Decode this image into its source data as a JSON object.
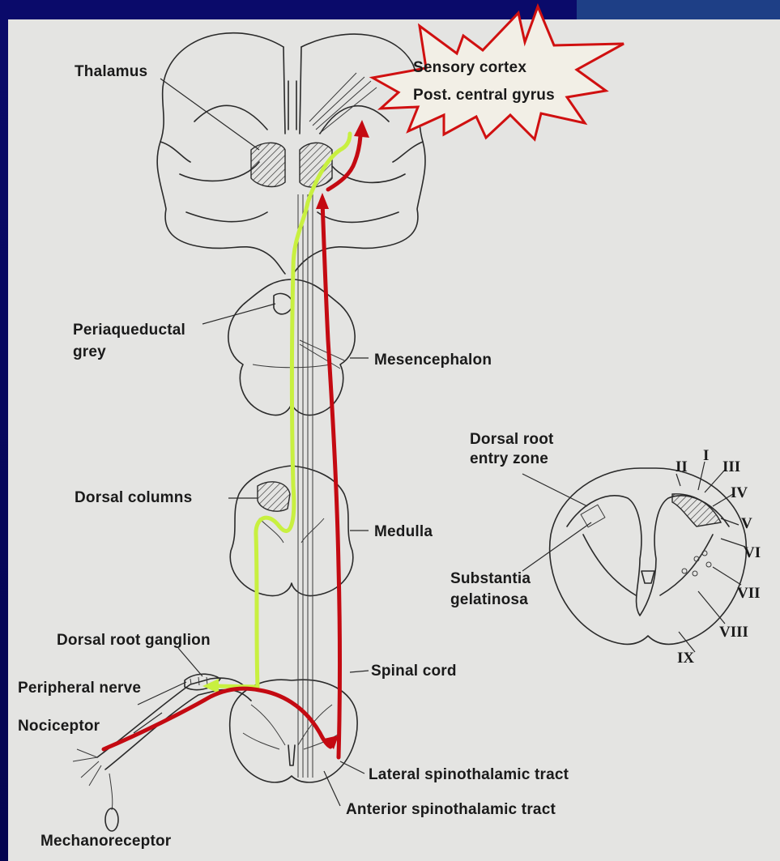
{
  "colors": {
    "slide_background": "#0a0a6a",
    "paper": "#e4e4e2",
    "pain_pathway": "#c40a12",
    "touch_pathway": "#c8f040",
    "burst_outline": "#d01010"
  },
  "labels": {
    "thalamus": "Thalamus",
    "sensory_cortex_line1": "Sensory cortex",
    "sensory_cortex_line2": "Post. central gyrus",
    "periaqueductal_line1": "Periaqueductal",
    "periaqueductal_line2": "grey",
    "mesencephalon": "Mesencephalon",
    "dorsal_columns": "Dorsal columns",
    "medulla": "Medulla",
    "dorsal_root_entry_line1": "Dorsal root",
    "dorsal_root_entry_line2": "entry zone",
    "substantia_line1": "Substantia",
    "substantia_line2": "gelatinosa",
    "dorsal_root_ganglion": "Dorsal root ganglion",
    "spinal_cord": "Spinal cord",
    "peripheral_nerve": "Peripheral nerve",
    "nociceptor": "Nociceptor",
    "lateral_spinothalamic": "Lateral spinothalamic tract",
    "anterior_spinothalamic": "Anterior spinothalamic tract",
    "mechanoreceptor": "Mechanoreceptor"
  },
  "laminae": [
    "I",
    "II",
    "III",
    "IV",
    "V",
    "VI",
    "VII",
    "VIII",
    "IX"
  ]
}
